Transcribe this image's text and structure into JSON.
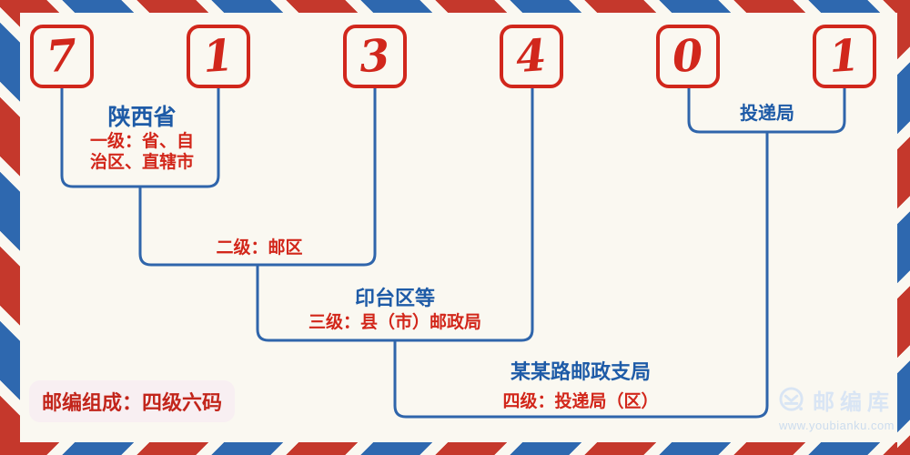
{
  "postal_code": {
    "digits": [
      "7",
      "1",
      "3",
      "4",
      "0",
      "1"
    ]
  },
  "levels": {
    "level1": {
      "name": "陕西省",
      "desc": "一级：省、自治区、直辖市"
    },
    "level2": {
      "desc": "二级：邮区"
    },
    "level3": {
      "name": "印台区等",
      "desc": "三级：县（市）邮政局"
    },
    "level4": {
      "name": "某某路邮政支局",
      "desc": "四级：投递局（区）"
    },
    "level5": {
      "name": "投递局"
    }
  },
  "footer": {
    "composition_label": "邮编组成：四级六码"
  },
  "watermark": {
    "brand": "邮编库",
    "url": "www.youbianku.com",
    "icon": "envelope-circle-icon"
  },
  "colors": {
    "stripe_red": "#c5382c",
    "stripe_blue": "#2e68af",
    "digit_red": "#d1271c",
    "text_red": "#d2261a",
    "text_blue": "#1e5ba7",
    "line_blue": "#2f65ab",
    "badge_bg": "#f8eff2",
    "watermark_blue": "#d9e5f4",
    "background": "#faf8f1"
  }
}
